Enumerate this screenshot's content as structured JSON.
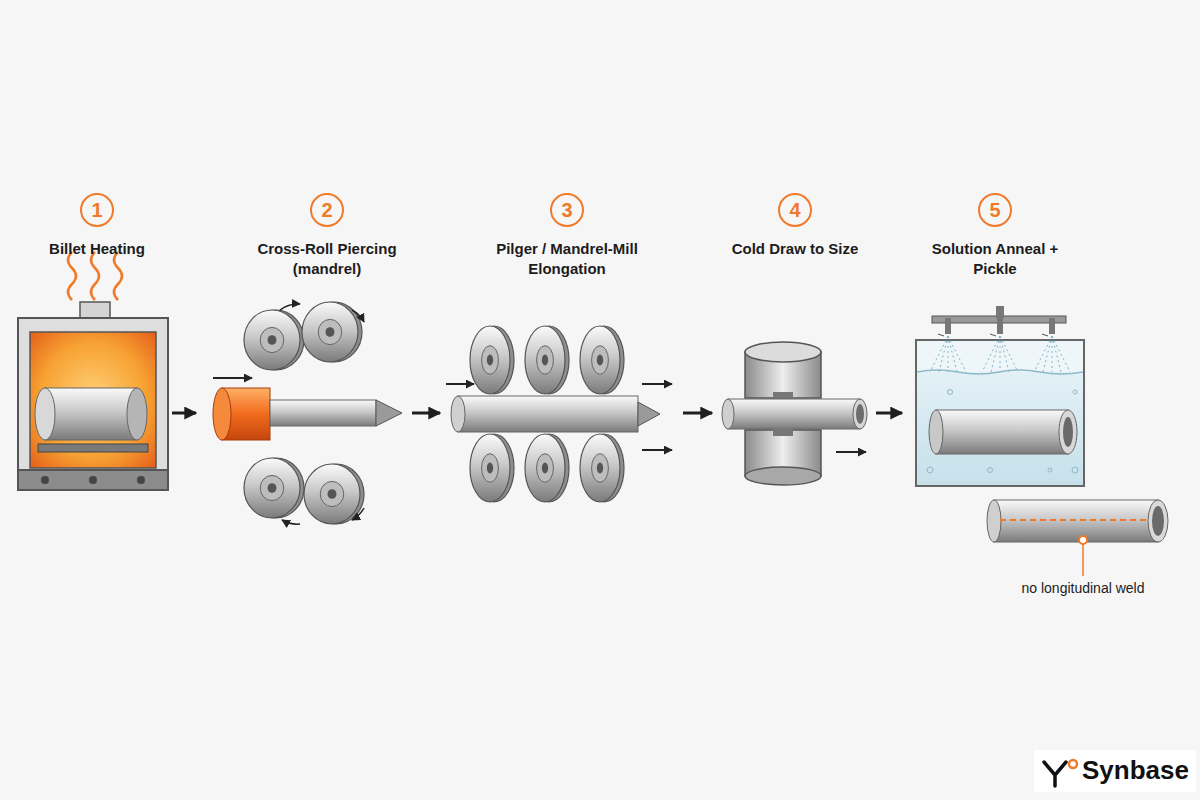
{
  "diagram": {
    "nodes": [
      {
        "text": [
          "1",
          "Billet Heating"
        ]
      },
      {
        "text": [
          "2",
          "Cross-Roll Piercing (mandrel)"
        ]
      },
      {
        "text": [
          "3",
          "Pilger / Mandrel-Mill Elongation"
        ]
      },
      {
        "text": [
          "4",
          "Cold Draw to Size"
        ]
      },
      {
        "text": [
          "5",
          "Solution Anneal + Pickle"
        ]
      }
    ],
    "edges": [
      {
        "from": 0,
        "to": 1,
        "arrow": "to"
      },
      {
        "from": 1,
        "to": 2,
        "arrow": "to"
      },
      {
        "from": 2,
        "to": 3,
        "arrow": "to"
      },
      {
        "from": 3,
        "to": 4,
        "arrow": "to"
      }
    ],
    "labels": [
      "no longitudinal weld",
      "Synbase"
    ]
  }
}
